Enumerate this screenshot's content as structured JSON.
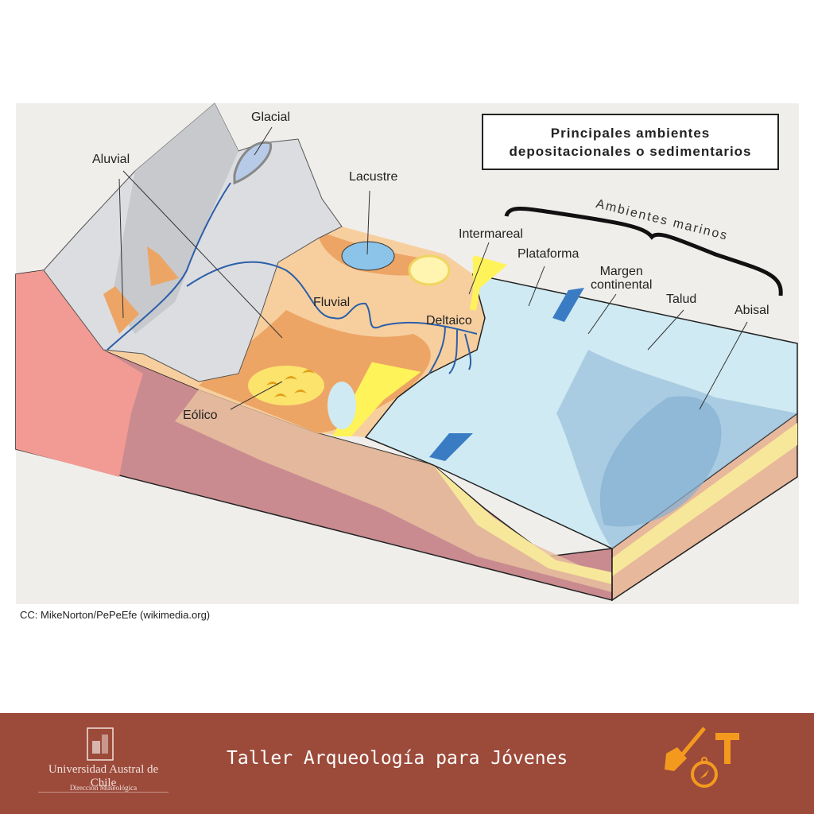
{
  "diagram": {
    "title_line1": "Principales ambientes",
    "title_line2": "depositacionales o sedimentarios",
    "marine_group_label": "Ambientes marinos",
    "labels": {
      "glacial": "Glacial",
      "aluvial": "Aluvial",
      "lacustre": "Lacustre",
      "intermareal": "Intermareal",
      "plataforma": "Plataforma",
      "margen_1": "Margen",
      "margen_2": "continental",
      "talud": "Talud",
      "abisal": "Abisal",
      "fluvial": "Fluvial",
      "deltaico": "Deltaico",
      "eolico": "Eólico"
    },
    "credit": "CC: MikeNorton/PePeEfe (wikimedia.org)"
  },
  "footer": {
    "university_name": "Universidad Austral de Chile",
    "university_sub": "Dirección Museológica",
    "title": "Taller Arqueología para Jóvenes",
    "colors": {
      "band": "#9c4a3a",
      "accent": "#f39a1e"
    }
  }
}
